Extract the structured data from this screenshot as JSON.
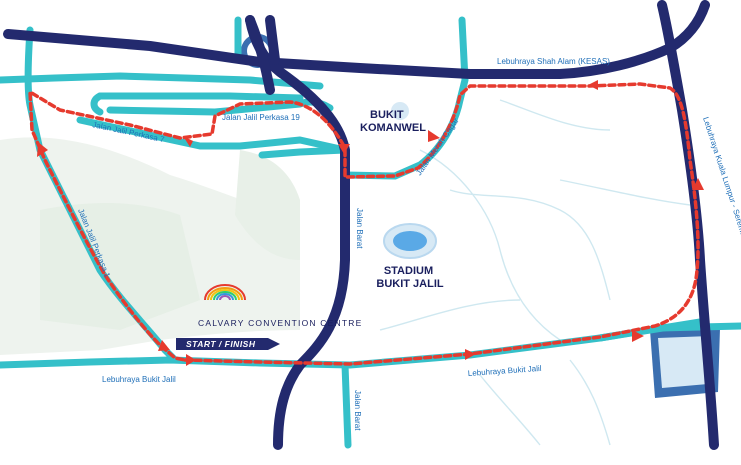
{
  "map": {
    "places": {
      "bukit_komanwel": [
        "BUKIT",
        "KOMANWEL"
      ],
      "stadium": [
        "STADIUM",
        "BUKIT JALIL"
      ]
    },
    "venue": {
      "name": "CALVARY CONVENTION CENTRE",
      "start_finish": "START / FINISH"
    },
    "roads": {
      "kesas": "Lebuhraya Shah Alam (KESAS)",
      "klseremban": "Lebuhraya Kuala Lumpur - Seremban",
      "bukit_jalil_west": "Lebuhraya Bukit Jalil",
      "bukit_jalil_east": "Lebuhraya Bukit Jalil",
      "barat_north": "Jalan Barat",
      "barat_south": "Jalan Barat",
      "merah_cagar": "Jalan Merah Cagar",
      "perkasa_19": "Jalan Jalil Perkasa 19",
      "perkasa_7": "Jalan Jalil Perkasa 7",
      "perkasa_1": "Jalan Jalil Perkasa 1"
    },
    "colors": {
      "highway": "#232a6e",
      "road": "#35c0c9",
      "route": "#e63a2e",
      "label": "#1f6fb8",
      "park": "#eef3ee",
      "water": "#5aa9e6"
    }
  }
}
